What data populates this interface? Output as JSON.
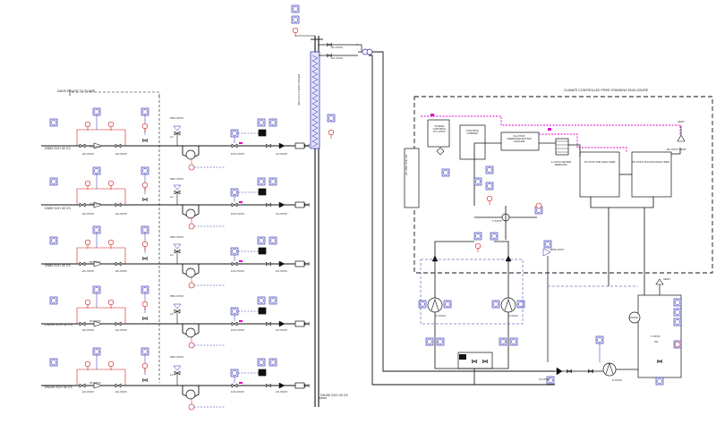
{
  "colors": {
    "line": "#111111",
    "instrument": "#2a2aa8",
    "instrument_fill": "#e4e4fb",
    "relief": "#d01818",
    "heat_trace": "#e000c8",
    "dashed": "#555555"
  },
  "header": {
    "drain_note": "DAGS ROUTE TO FLARE"
  },
  "feed_lines": [
    {
      "line_label": "DN50 SCH 40 CS",
      "pressure_reg": "PRV-XXXX",
      "flow_ctrl": "FCV-XXXX",
      "check_valve": "CV-XXXX",
      "strainer": "ST-XXXX",
      "hand_valve": "HV-XXXX",
      "valve_tag": "LC"
    },
    {
      "line_label": "DN50 SCH 40 CS",
      "pressure_reg": "PRV-XXXX",
      "flow_ctrl": "FCV-XXXX",
      "check_valve": "CV-XXXX",
      "strainer": "ST-XXXX",
      "hand_valve": "HV-XXXX",
      "valve_tag": "LC"
    },
    {
      "line_label": "DN80 SCH 40 CS",
      "pressure_reg": "PRV-XXXX",
      "flow_ctrl": "FCV-XXXX",
      "check_valve": "CV-XXXX",
      "strainer": "ST-XXXX",
      "hand_valve": "HV-XXXX",
      "valve_tag": "LC"
    },
    {
      "line_label": "DN100 SCH 40 CS",
      "pressure_reg": "PRV-XXXX",
      "flow_ctrl": "FCV-XXXX",
      "check_valve": "CV-XXXX",
      "strainer": "ST-XXXX",
      "hand_valve": "HV-XXXX",
      "valve_tag": "LC"
    },
    {
      "line_label": "DN100 SCH 40 CS",
      "pressure_reg": "PRV-XXXX",
      "flow_ctrl": "FCV-XXXX",
      "check_valve": "CV-XXXX",
      "strainer": "ST-XXXX",
      "hand_valve": "HV-XXXX",
      "valve_tag": "LC"
    }
  ],
  "header_pipe": {
    "bottom_label": "DN150 SCH 40 CS",
    "static_mixer": "SM-XXXX STATIC MIXER"
  },
  "top_valves": [
    "HV-XXXX",
    "HV-XXXX"
  ],
  "enclosure": {
    "title": "CLIMATE CONTROLLED FREE STANDING ENCLOSURE",
    "purge_panel": "PURGE CONTROL PC-XXXX",
    "control_cabinet": "CONTROL CABINET",
    "chiller": "CH-XXXX THERMOELECTRIC CHILLER",
    "filter": "F-XXXX WATER REMOVAL",
    "nir_analyzer": "AT-XXXX NIR ANALYZER",
    "sulfur_analyzer": "AT-XXXX SULFUR ANALYZER",
    "air_unit": "AC UNIT ICE UN",
    "vent": "VENT",
    "vent_valve": "RV-XXXX VENT"
  },
  "sample_system": {
    "pump_a": "P-XXXX",
    "pump_b": "P-XXXX",
    "back_pressure": "BPR-XXXX",
    "tee": "T-XXXX",
    "check": "CV-XXXX",
    "vent_top": "VENT",
    "tank": "T-XXXX",
    "tank_sub": "OIL",
    "return_pump": "P-XXXX"
  }
}
